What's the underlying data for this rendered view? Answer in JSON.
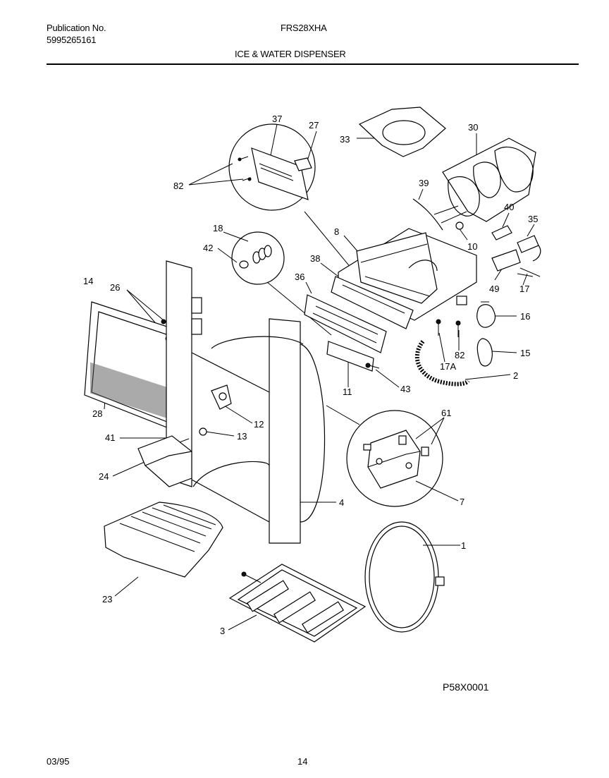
{
  "header": {
    "publication_label": "Publication No.",
    "publication_number": "5995265161",
    "model": "FRS28XHA",
    "section_title": "ICE & WATER DISPENSER"
  },
  "footer": {
    "date": "03/95",
    "page": "14",
    "drawing_code": "P58X0001"
  },
  "callouts": [
    "37",
    "27",
    "33",
    "30",
    "82",
    "39",
    "40",
    "35",
    "8",
    "10",
    "18",
    "42",
    "38",
    "36",
    "49",
    "17",
    "16",
    "14",
    "26",
    "82",
    "15",
    "17A",
    "2",
    "43",
    "11",
    "28",
    "12",
    "61",
    "41",
    "13",
    "24",
    "4",
    "7",
    "1",
    "23",
    "3"
  ]
}
